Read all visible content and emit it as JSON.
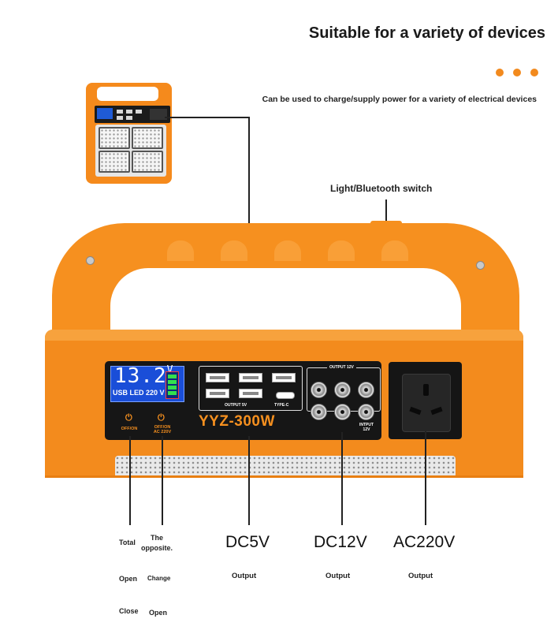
{
  "header": {
    "title": "Suitable for a variety of devices",
    "subtitle": "Can be used to charge/supply power for a variety of electrical devices"
  },
  "callouts": {
    "switch": "Light/Bluetooth switch"
  },
  "device": {
    "display": {
      "voltage": "13.2",
      "unit": "V",
      "mode": "USB LED 220 V"
    },
    "power_buttons": [
      {
        "label_line1": "OFF/ON",
        "label_line2": ""
      },
      {
        "label_line1": "OFF/ON",
        "label_line2": "AC 220V"
      }
    ],
    "usb_label": "OUTPUT 5V",
    "typec_label": "TYPE-C",
    "model": "YYZ-300W",
    "dc_label": "OUTPUT 12V",
    "input_label_line1": "INTPUT",
    "input_label_line2": "12V"
  },
  "labels": {
    "total": "Total",
    "opposite_line1": "The",
    "opposite_line2": "opposite.",
    "dc5v": "DC5V",
    "dc12v": "DC12V",
    "ac220v": "AC220V",
    "row1": {
      "col1": "Open",
      "col2": "Change",
      "dc5v": "Output",
      "dc12v": "Output",
      "ac220v": "Output"
    },
    "row2": {
      "col1": "Close",
      "col2": "Open"
    }
  },
  "colors": {
    "accent": "#f6901f",
    "lcd": "#1a4ed8",
    "panel": "#161616"
  }
}
